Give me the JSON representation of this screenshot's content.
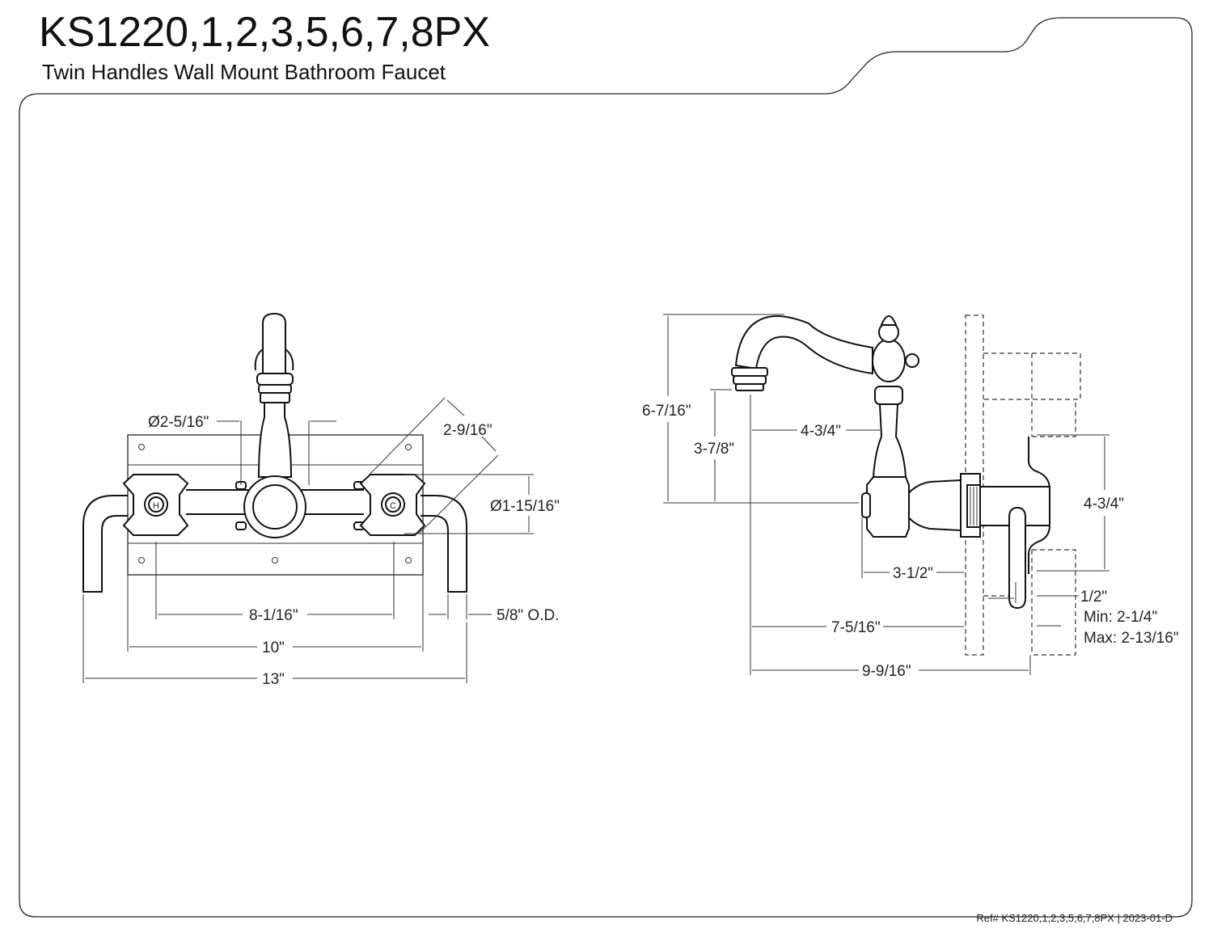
{
  "header": {
    "title": "KS1220,1,2,3,5,6,7,8PX",
    "subtitle": "Twin Handles Wall Mount Bathroom Faucet"
  },
  "front_view": {
    "handle_labels": {
      "hot": "H",
      "cold": "C"
    },
    "dims": {
      "spout_dia": "Ø2-5/16\"",
      "handle_dia": "Ø1-15/16\"",
      "handle_span": "2-9/16\"",
      "center_spread": "8-1/16\"",
      "plate_width": "10\"",
      "overall_width": "13\"",
      "supply_od": "5/8\" O.D."
    }
  },
  "side_view": {
    "dims": {
      "overall_height": "6-7/16\"",
      "spout_height": "3-7/8\"",
      "spout_to_handle": "4-3/4\"",
      "handle_projection": "3-1/2\"",
      "spout_reach": "7-5/16\"",
      "overall_reach": "9-9/16\"",
      "valve_height": "4-3/4\"",
      "wall_thickness": "1/2\"",
      "wall_min": "Min: 2-1/4\"",
      "wall_max": "Max: 2-13/16\""
    }
  },
  "footer": {
    "ref": "Ref# KS1220,1,2,3,5,6,7,8PX | 2023-01-D"
  }
}
